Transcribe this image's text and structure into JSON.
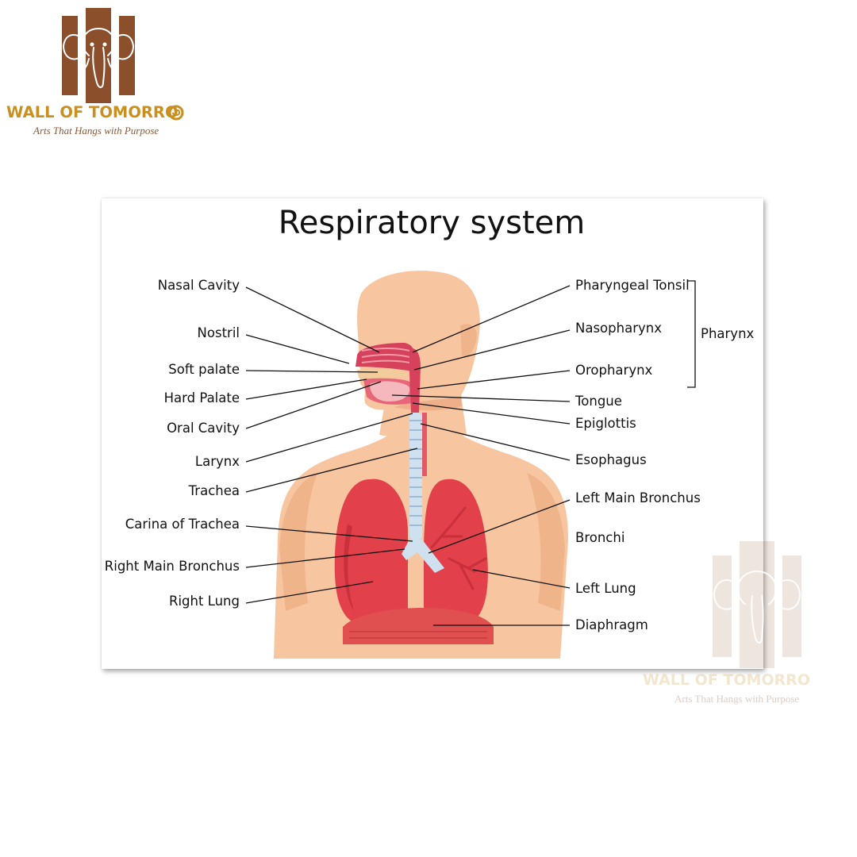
{
  "brand": {
    "name": "WALL OF TOMORRO",
    "tagline": "Arts That Hangs with Purpose",
    "colors": {
      "brown": "#8b4f2b",
      "gold": "#c98f1f"
    },
    "icon": "elephant-logo"
  },
  "poster": {
    "title": "Respiratory system"
  },
  "labels": {
    "nasal_cavity": "Nasal Cavity",
    "nostril": "Nostril",
    "soft_palate": "Soft palate",
    "hard_palate": "Hard Palate",
    "oral_cavity": "Oral Cavity",
    "larynx": "Larynx",
    "trachea": "Trachea",
    "carina": "Carina of Trachea",
    "right_main_bronchus": "Right Main Bronchus",
    "right_lung": "Right Lung",
    "pharyngeal_tonsil": "Pharyngeal Tonsil",
    "nasopharynx": "Nasopharynx",
    "oropharynx": "Oropharynx",
    "pharynx": "Pharynx",
    "tongue": "Tongue",
    "epiglottis": "Epiglottis",
    "esophagus": "Esophagus",
    "left_main_bronchus": "Left Main Bronchus",
    "bronchi": "Bronchi",
    "left_lung": "Left Lung",
    "diaphragm": "Diaphragm"
  },
  "watermark": {
    "name": "WALL OF TOMORRO",
    "tagline": "Arts That Hangs with Purpose"
  },
  "colors": {
    "skin": "#f7c6a0",
    "skin_shadow": "#f0b48a",
    "lung": "#e2404a",
    "lung_dark": "#c9303b",
    "trachea": "#cfe0ef",
    "diaphragm": "#e05050",
    "nasal": "#d6425c"
  }
}
